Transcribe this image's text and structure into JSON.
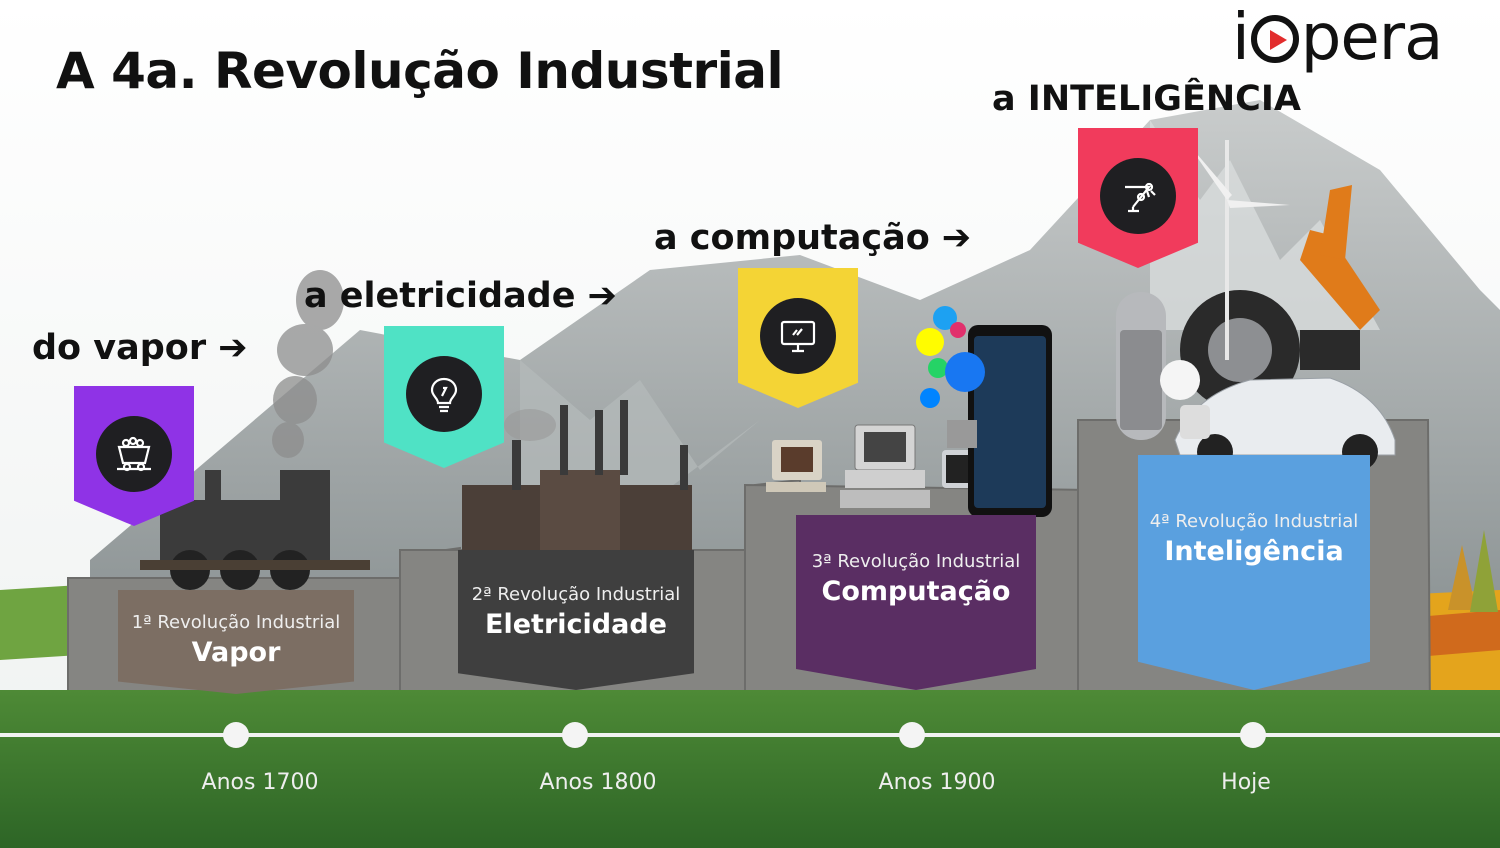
{
  "page": {
    "title": "A 4a. Revolução Industrial",
    "logo": {
      "pre": "i",
      "post": "pera"
    }
  },
  "revolutions": [
    {
      "caption": "do vapor",
      "icon": "mine-cart-icon",
      "banner_color": "#8f33e6",
      "sign_small": "1ª Revolução Industrial",
      "sign_big": "Vapor",
      "sign_color": "#7c6e63",
      "timeline": "Anos 1700"
    },
    {
      "caption": "a eletricidade",
      "icon": "lightbulb-icon",
      "banner_color": "#4fe2c5",
      "sign_small": "2ª Revolução Industrial",
      "sign_big": "Eletricidade",
      "sign_color": "#3f3f3f",
      "timeline": "Anos 1800"
    },
    {
      "caption": "a computação",
      "icon": "monitor-icon",
      "banner_color": "#f4d435",
      "sign_small": "3ª Revolução Industrial",
      "sign_big": "Computação",
      "sign_color": "#5a2e63",
      "timeline": "Anos 1900"
    },
    {
      "caption": "a INTELIGÊNCIA",
      "icon": "robot-arm-icon",
      "banner_color": "#f13b5c",
      "sign_small": "4ª Revolução Industrial",
      "sign_big": "Inteligência",
      "sign_color": "#5aa0df",
      "timeline": "Hoje"
    }
  ],
  "arrow_glyph": "➔",
  "colors": {
    "grass": "#3d7a2f",
    "stone": "#8a8a88",
    "field_yellow": "#e4a41c"
  }
}
